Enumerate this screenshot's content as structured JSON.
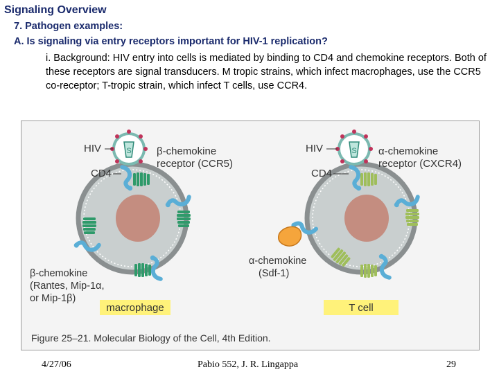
{
  "slide": {
    "title": "Signaling Overview",
    "heading": "7.  Pathogen examples:",
    "question": "A.  Is signaling via entry receptors important for HIV-1 replication?",
    "background": "i.  Background:  HIV entry into cells is mediated by binding to CD4 and chemokine receptors.  Both of these receptors are signal transducers.   M tropic strains, which infect macrophages, use the CCR5 co-receptor; T-tropic strain, which infect T cells, use CCR4."
  },
  "figure": {
    "left_cell": {
      "hiv": "HIV",
      "cd4": "CD4",
      "receptor_line1": "β-chemokine",
      "receptor_line2": "receptor (CCR5)",
      "ligand_line1": "β-chemokine",
      "ligand_line2": "(Rantes, Mip-1α,",
      "ligand_line3": "or Mip-1β)",
      "cell_label": "macrophage"
    },
    "right_cell": {
      "hiv": "HIV",
      "cd4": "CD4",
      "receptor_line1": "α-chemokine",
      "receptor_line2": "receptor (CXCR4)",
      "ligand_line1": "α-chemokine",
      "ligand_line2": "(Sdf-1)",
      "cell_label": "T cell"
    },
    "caption": "Figure 25–21. Molecular Biology of the Cell, 4th Edition.",
    "colors": {
      "cytoplasm": "#c9cfcf",
      "membrane": "#8a8f90",
      "nucleus": "#c48d80",
      "ccr5": "#2e9a6a",
      "cxcr4": "#9fbe5a",
      "cd4": "#5aaed6",
      "ligand": "#f5a53c",
      "label_box": "#fff27a"
    }
  },
  "footer": {
    "date": "4/27/06",
    "course": "Pabio 552,  J. R. Lingappa",
    "page": "29"
  }
}
